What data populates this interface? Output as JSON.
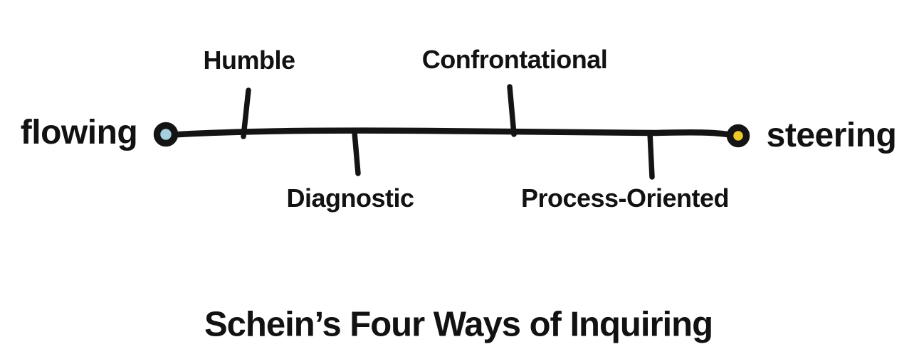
{
  "diagram": {
    "title": "Schein’s Four Ways of Inquiring",
    "axis": {
      "left_label": "flowing",
      "right_label": "steering",
      "left_dot_color": "#a5cede",
      "right_dot_color": "#eec82b",
      "line_color": "#141414"
    },
    "ways": [
      {
        "label": "Humble",
        "side": "above"
      },
      {
        "label": "Confrontational",
        "side": "above"
      },
      {
        "label": "Diagnostic",
        "side": "below"
      },
      {
        "label": "Process-Oriented",
        "side": "below"
      }
    ]
  }
}
